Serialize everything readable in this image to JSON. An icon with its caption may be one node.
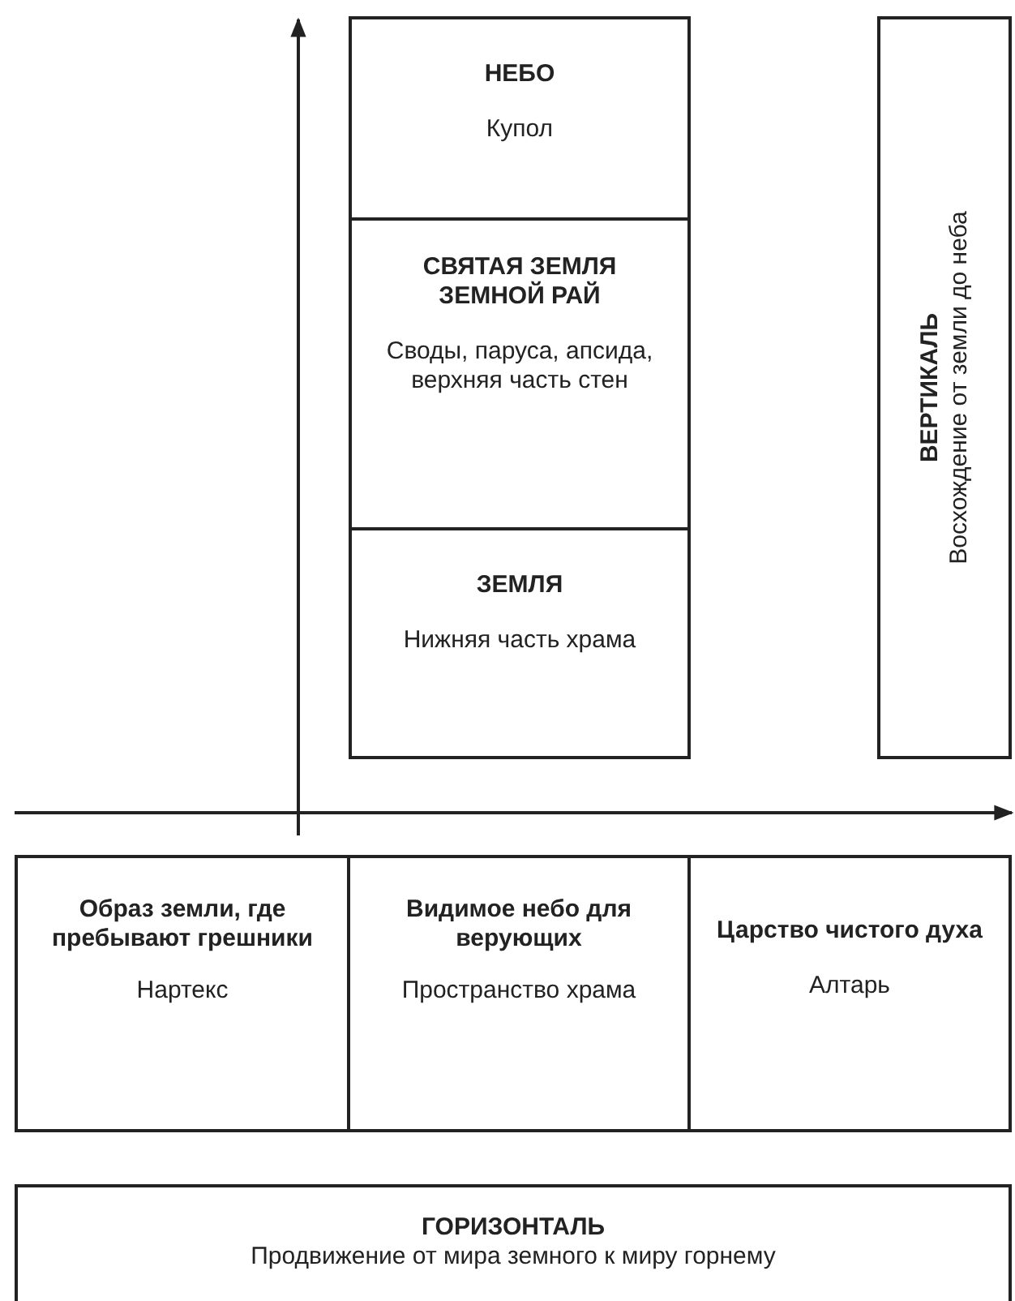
{
  "diagram": {
    "nodes": [
      {
        "text": [
          "НЕБО",
          "Купол"
        ]
      },
      {
        "text": [
          "СВЯТАЯ ЗЕМЛЯ ЗЕМНОЙ РАЙ",
          "Своды, паруса, апсида, верхняя часть стен"
        ]
      },
      {
        "text": [
          "ЗЕМЛЯ",
          "Нижняя часть храма"
        ]
      },
      {
        "text": [
          "ВЕРТИКАЛЬ",
          "Восхождение от земли до неба"
        ]
      },
      {
        "text": [
          "Образ земли, где пребывают грешники",
          "Нартекс"
        ]
      },
      {
        "text": [
          "Видимое небо для верующих",
          "Пространство храма"
        ]
      },
      {
        "text": [
          "Царство чистого духа",
          "Алтарь"
        ]
      },
      {
        "text": [
          "ГОРИЗОНТАЛЬ",
          "Продвижение от мира земного к миру горнему"
        ]
      }
    ]
  }
}
